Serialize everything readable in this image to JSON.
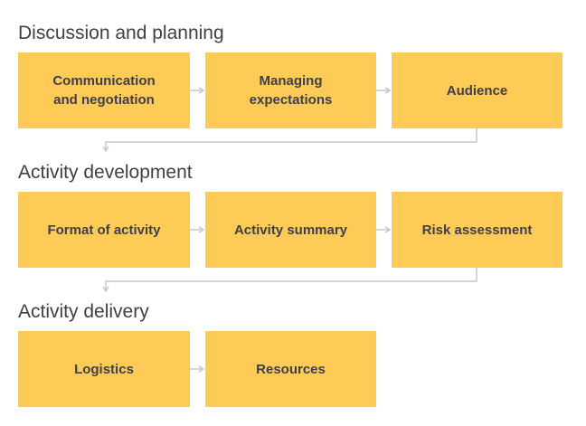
{
  "sections": [
    {
      "title": "Discussion and planning",
      "steps": [
        "Communication\nand negotiation",
        "Managing\nexpectations",
        "Audience"
      ]
    },
    {
      "title": "Activity development",
      "steps": [
        "Format of activity",
        "Activity summary",
        "Risk assessment"
      ]
    },
    {
      "title": "Activity delivery",
      "steps": [
        "Logistics",
        "Resources"
      ]
    }
  ],
  "colors": {
    "box_fill": "#fecb56",
    "text": "#3f3f4a",
    "connector": "#c8c8c8"
  }
}
